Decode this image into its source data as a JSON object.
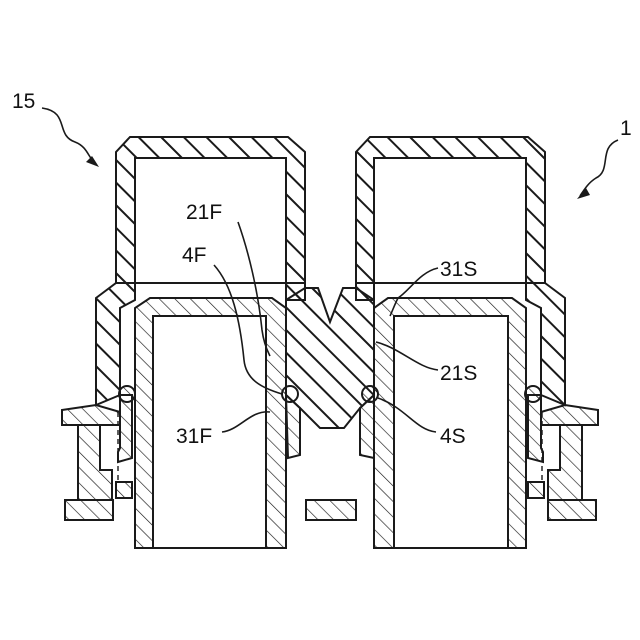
{
  "figure": {
    "labels": {
      "l15": "15",
      "l1": "1",
      "l21F": "21F",
      "l4F": "4F",
      "l31F": "31F",
      "l31S": "31S",
      "l21S": "21S",
      "l4S": "4S"
    },
    "colors": {
      "line": "#1a1a1a",
      "background": "#ffffff"
    }
  }
}
